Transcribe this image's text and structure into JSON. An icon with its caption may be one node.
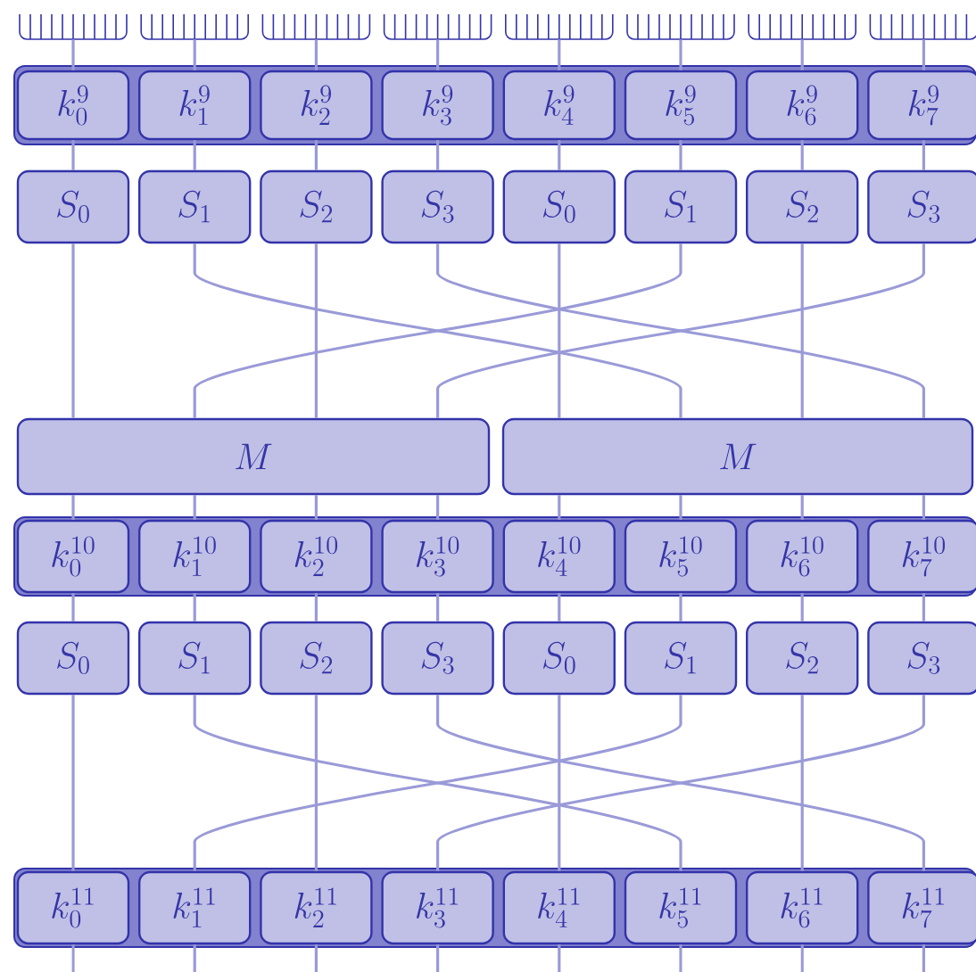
{
  "diagram": {
    "nodes": [
      {
        "text": [],
        "shape": "comb"
      },
      {
        "text": [],
        "shape": "comb"
      },
      {
        "text": [],
        "shape": "comb"
      },
      {
        "text": [],
        "shape": "comb"
      },
      {
        "text": [],
        "shape": "comb"
      },
      {
        "text": [],
        "shape": "comb"
      },
      {
        "text": [],
        "shape": "comb"
      },
      {
        "text": [],
        "shape": "comb"
      },
      {
        "text": [],
        "shape": "bar"
      },
      {
        "text": [
          "k_0^{9}"
        ],
        "in": 8
      },
      {
        "text": [
          "k_1^{9}"
        ],
        "in": 8
      },
      {
        "text": [
          "k_2^{9}"
        ],
        "in": 8
      },
      {
        "text": [
          "k_3^{9}"
        ],
        "in": 8
      },
      {
        "text": [
          "k_4^{9}"
        ],
        "in": 8
      },
      {
        "text": [
          "k_5^{9}"
        ],
        "in": 8
      },
      {
        "text": [
          "k_6^{9}"
        ],
        "in": 8
      },
      {
        "text": [
          "k_7^{9}"
        ],
        "in": 8
      },
      {
        "text": [
          "S_0"
        ]
      },
      {
        "text": [
          "S_1"
        ]
      },
      {
        "text": [
          "S_2"
        ]
      },
      {
        "text": [
          "S_3"
        ]
      },
      {
        "text": [
          "S_0"
        ]
      },
      {
        "text": [
          "S_1"
        ]
      },
      {
        "text": [
          "S_2"
        ]
      },
      {
        "text": [
          "S_3"
        ]
      },
      {
        "text": [
          "M"
        ]
      },
      {
        "text": [
          "M"
        ]
      },
      {
        "text": [],
        "shape": "bar"
      },
      {
        "text": [
          "k_0^{10}"
        ],
        "in": 27
      },
      {
        "text": [
          "k_1^{10}"
        ],
        "in": 27
      },
      {
        "text": [
          "k_2^{10}"
        ],
        "in": 27
      },
      {
        "text": [
          "k_3^{10}"
        ],
        "in": 27
      },
      {
        "text": [
          "k_4^{10}"
        ],
        "in": 27
      },
      {
        "text": [
          "k_5^{10}"
        ],
        "in": 27
      },
      {
        "text": [
          "k_6^{10}"
        ],
        "in": 27
      },
      {
        "text": [
          "k_7^{10}"
        ],
        "in": 27
      },
      {
        "text": [
          "S_0"
        ]
      },
      {
        "text": [
          "S_1"
        ]
      },
      {
        "text": [
          "S_2"
        ]
      },
      {
        "text": [
          "S_3"
        ]
      },
      {
        "text": [
          "S_0"
        ]
      },
      {
        "text": [
          "S_1"
        ]
      },
      {
        "text": [
          "S_2"
        ]
      },
      {
        "text": [
          "S_3"
        ]
      },
      {
        "text": [],
        "shape": "bar"
      },
      {
        "text": [
          "k_0^{11}"
        ],
        "in": 44
      },
      {
        "text": [
          "k_1^{11}"
        ],
        "in": 44
      },
      {
        "text": [
          "k_2^{11}"
        ],
        "in": 44
      },
      {
        "text": [
          "k_3^{11}"
        ],
        "in": 44
      },
      {
        "text": [
          "k_4^{11}"
        ],
        "in": 44
      },
      {
        "text": [
          "k_5^{11}"
        ],
        "in": 44
      },
      {
        "text": [
          "k_6^{11}"
        ],
        "in": 44
      },
      {
        "text": [
          "k_7^{11}"
        ],
        "in": 44
      }
    ],
    "edges": [
      {
        "from": 0,
        "to": 9,
        "arrow": "none"
      },
      {
        "from": 1,
        "to": 10,
        "arrow": "none"
      },
      {
        "from": 2,
        "to": 11,
        "arrow": "none"
      },
      {
        "from": 3,
        "to": 12,
        "arrow": "none"
      },
      {
        "from": 4,
        "to": 13,
        "arrow": "none"
      },
      {
        "from": 5,
        "to": 14,
        "arrow": "none"
      },
      {
        "from": 6,
        "to": 15,
        "arrow": "none"
      },
      {
        "from": 7,
        "to": 16,
        "arrow": "none"
      },
      {
        "from": 9,
        "to": 17,
        "arrow": "none"
      },
      {
        "from": 10,
        "to": 18,
        "arrow": "none"
      },
      {
        "from": 11,
        "to": 19,
        "arrow": "none"
      },
      {
        "from": 12,
        "to": 20,
        "arrow": "none"
      },
      {
        "from": 13,
        "to": 21,
        "arrow": "none"
      },
      {
        "from": 14,
        "to": 22,
        "arrow": "none"
      },
      {
        "from": 15,
        "to": 23,
        "arrow": "none"
      },
      {
        "from": 16,
        "to": 24,
        "arrow": "none"
      },
      {
        "from": 17,
        "to": 25,
        "arrow": "none"
      },
      {
        "from": 18,
        "to": 26,
        "arrow": "none"
      },
      {
        "from": 19,
        "to": 25,
        "arrow": "none"
      },
      {
        "from": 20,
        "to": 26,
        "arrow": "none"
      },
      {
        "from": 21,
        "to": 26,
        "arrow": "none"
      },
      {
        "from": 22,
        "to": 25,
        "arrow": "none"
      },
      {
        "from": 23,
        "to": 26,
        "arrow": "none"
      },
      {
        "from": 24,
        "to": 25,
        "arrow": "none"
      },
      {
        "from": 25,
        "to": 28,
        "arrow": "none"
      },
      {
        "from": 25,
        "to": 29,
        "arrow": "none"
      },
      {
        "from": 25,
        "to": 30,
        "arrow": "none"
      },
      {
        "from": 25,
        "to": 31,
        "arrow": "none"
      },
      {
        "from": 26,
        "to": 32,
        "arrow": "none"
      },
      {
        "from": 26,
        "to": 33,
        "arrow": "none"
      },
      {
        "from": 26,
        "to": 34,
        "arrow": "none"
      },
      {
        "from": 26,
        "to": 35,
        "arrow": "none"
      },
      {
        "from": 28,
        "to": 36,
        "arrow": "none"
      },
      {
        "from": 29,
        "to": 37,
        "arrow": "none"
      },
      {
        "from": 30,
        "to": 38,
        "arrow": "none"
      },
      {
        "from": 31,
        "to": 39,
        "arrow": "none"
      },
      {
        "from": 32,
        "to": 40,
        "arrow": "none"
      },
      {
        "from": 33,
        "to": 41,
        "arrow": "none"
      },
      {
        "from": 34,
        "to": 42,
        "arrow": "none"
      },
      {
        "from": 35,
        "to": 43,
        "arrow": "none"
      },
      {
        "from": 36,
        "to": 45,
        "arrow": "none"
      },
      {
        "from": 37,
        "to": 50,
        "arrow": "none"
      },
      {
        "from": 38,
        "to": 47,
        "arrow": "none"
      },
      {
        "from": 39,
        "to": 52,
        "arrow": "none"
      },
      {
        "from": 40,
        "to": 49,
        "arrow": "none"
      },
      {
        "from": 41,
        "to": 46,
        "arrow": "none"
      },
      {
        "from": 42,
        "to": 51,
        "arrow": "none"
      },
      {
        "from": 43,
        "to": 48,
        "arrow": "none"
      },
      {
        "from": 45,
        "to": null,
        "arrow": "none"
      },
      {
        "from": 46,
        "to": null,
        "arrow": "none"
      },
      {
        "from": 47,
        "to": null,
        "arrow": "none"
      },
      {
        "from": 48,
        "to": null,
        "arrow": "none"
      },
      {
        "from": 49,
        "to": null,
        "arrow": "none"
      },
      {
        "from": 50,
        "to": null,
        "arrow": "none"
      },
      {
        "from": 51,
        "to": null,
        "arrow": "none"
      },
      {
        "from": 52,
        "to": null,
        "arrow": "none"
      }
    ]
  }
}
